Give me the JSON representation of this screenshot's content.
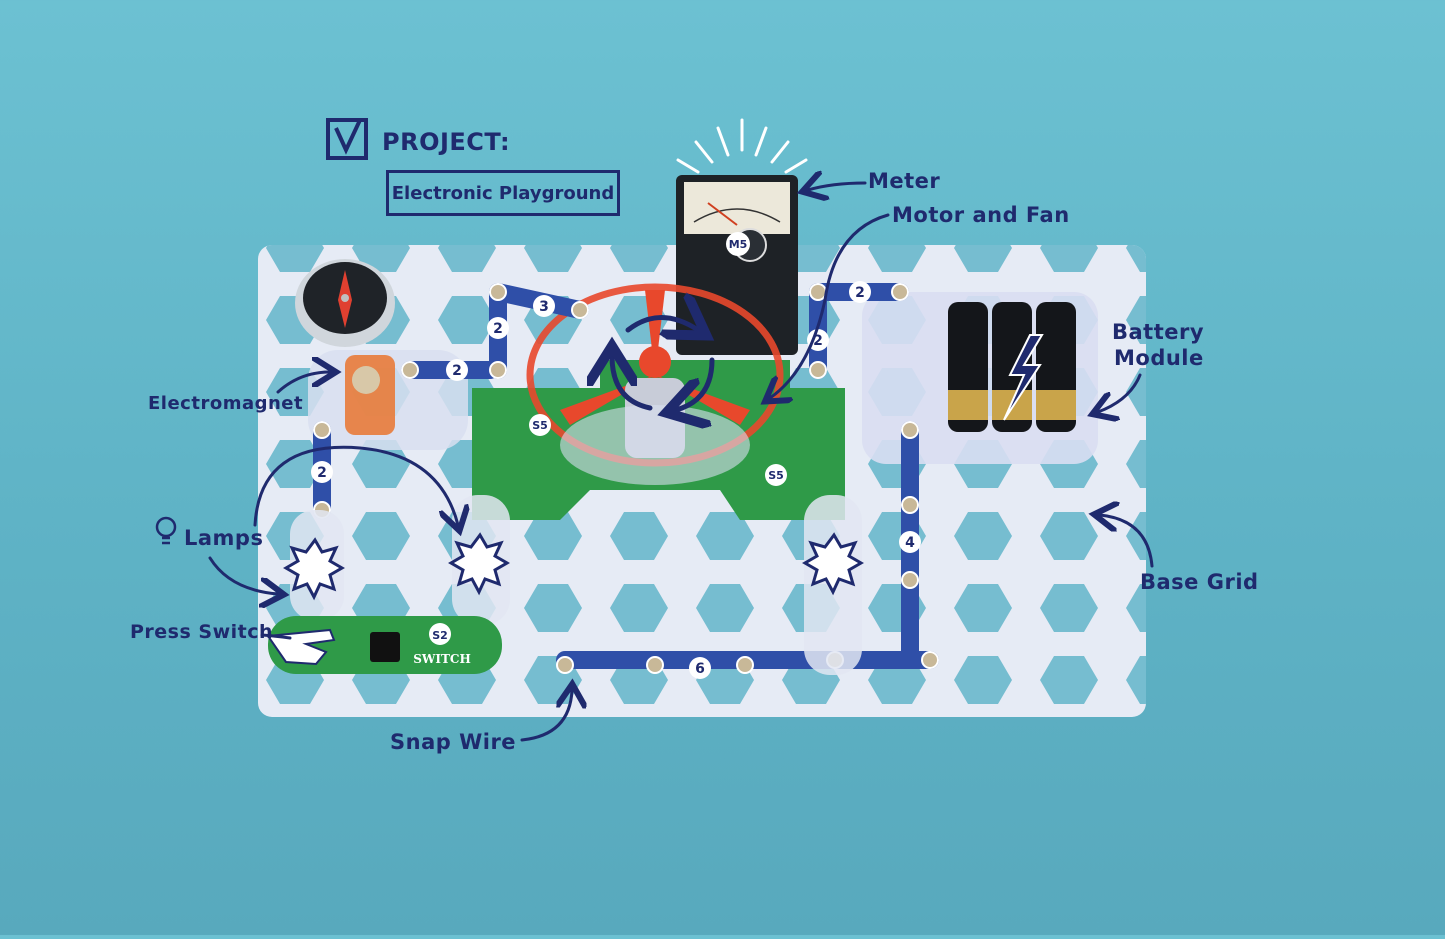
{
  "project": {
    "heading": "PROJECT:",
    "name": "Electronic Playground"
  },
  "labels": {
    "meter": "Meter",
    "motor_fan": "Motor and Fan",
    "battery_line1": "Battery",
    "battery_line2": "Module",
    "electromagnet": "Electromagnet",
    "lamps": "Lamps",
    "press_switch": "Press Switch",
    "snap_wire": "Snap Wire",
    "base_grid": "Base Grid"
  },
  "board_markings": {
    "wire_2a": "2",
    "wire_2b": "2",
    "wire_2c": "2",
    "wire_2d": "2",
    "wire_2e": "2",
    "wire_3": "3",
    "wire_4": "4",
    "wire_6": "6",
    "switch_id": "S2",
    "switch_text": "SWITCH",
    "motor_id": "M5",
    "slide_s5a": "S5",
    "slide_s5b": "S5"
  },
  "colors": {
    "background": "#62b6c9",
    "ink": "#1f2a6e",
    "base_grid": "#e8ecf6",
    "snap_blue": "#2f4fa8",
    "circuit_green": "#2e9a4a",
    "fan_red": "#e8482c"
  }
}
